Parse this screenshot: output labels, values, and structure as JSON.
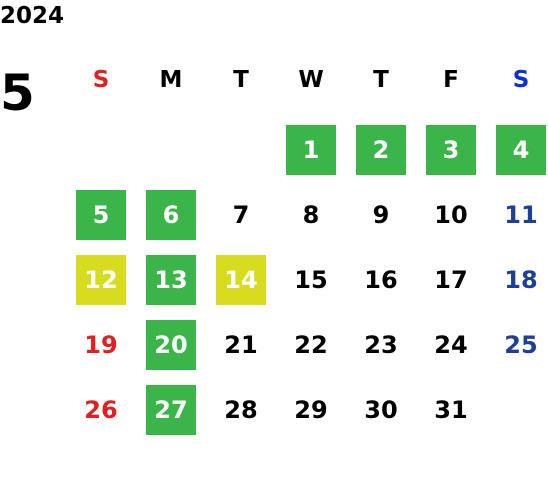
{
  "calendar": {
    "year": "2024",
    "month": "5",
    "weekdays": [
      "S",
      "M",
      "T",
      "W",
      "T",
      "F",
      "S"
    ],
    "colors": {
      "sunday": "#e02020",
      "saturday": "#1d3f95",
      "saturday_header": "#0a2fd4",
      "weekday": "#000000",
      "highlight_green": "#3bb54a",
      "highlight_yellow": "#d8dc1e",
      "highlight_text": "#ffffff"
    },
    "days": [
      {
        "label": "1",
        "hl": "green"
      },
      {
        "label": "2",
        "hl": "green"
      },
      {
        "label": "3",
        "hl": "green"
      },
      {
        "label": "4",
        "hl": "green"
      },
      {
        "label": "5",
        "hl": "green"
      },
      {
        "label": "6",
        "hl": "green"
      },
      {
        "label": "7",
        "hl": ""
      },
      {
        "label": "8",
        "hl": ""
      },
      {
        "label": "9",
        "hl": ""
      },
      {
        "label": "10",
        "hl": ""
      },
      {
        "label": "11",
        "hl": ""
      },
      {
        "label": "12",
        "hl": "yellow"
      },
      {
        "label": "13",
        "hl": "green"
      },
      {
        "label": "14",
        "hl": "yellow"
      },
      {
        "label": "15",
        "hl": ""
      },
      {
        "label": "16",
        "hl": ""
      },
      {
        "label": "17",
        "hl": ""
      },
      {
        "label": "18",
        "hl": ""
      },
      {
        "label": "19",
        "hl": ""
      },
      {
        "label": "20",
        "hl": "green"
      },
      {
        "label": "21",
        "hl": ""
      },
      {
        "label": "22",
        "hl": ""
      },
      {
        "label": "23",
        "hl": ""
      },
      {
        "label": "24",
        "hl": ""
      },
      {
        "label": "25",
        "hl": ""
      },
      {
        "label": "26",
        "hl": ""
      },
      {
        "label": "27",
        "hl": "green"
      },
      {
        "label": "28",
        "hl": ""
      },
      {
        "label": "29",
        "hl": ""
      },
      {
        "label": "30",
        "hl": ""
      },
      {
        "label": "31",
        "hl": ""
      }
    ]
  }
}
